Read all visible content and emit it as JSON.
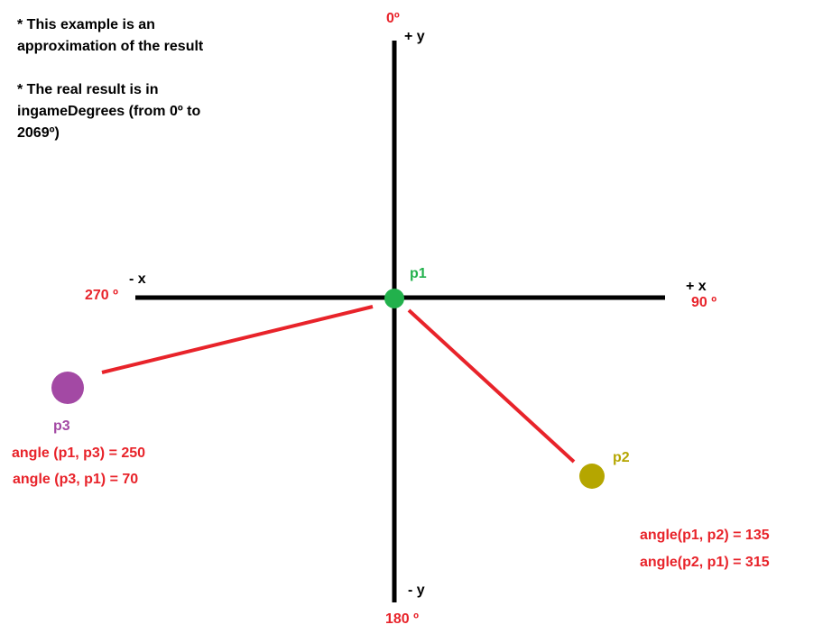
{
  "notes": {
    "line1": "* This example is an",
    "line2": "approximation of the result",
    "line3": "* The real result is in",
    "line4": "ingameDegrees (from 0º to",
    "line5": "2069º)"
  },
  "axes": {
    "top_degree": "0º",
    "top_axis": "+ y",
    "bottom_axis": "- y",
    "bottom_degree": "180 º",
    "left_axis": "- x",
    "left_degree": "270 º",
    "right_axis": "+ x",
    "right_degree": "90 º"
  },
  "points": {
    "p1": "p1",
    "p2": "p2",
    "p3": "p3"
  },
  "angles": {
    "p1_p3": "angle (p1, p3) = 250",
    "p3_p1": "angle (p3, p1) = 70",
    "p1_p2": "angle(p1, p2) = 135",
    "p2_p1": "angle(p2, p1) = 315"
  },
  "colors": {
    "axis": "#000000",
    "label_red": "#e8232a",
    "p1": "#22b14c",
    "p2": "#b5a600",
    "p3": "#a349a4"
  }
}
